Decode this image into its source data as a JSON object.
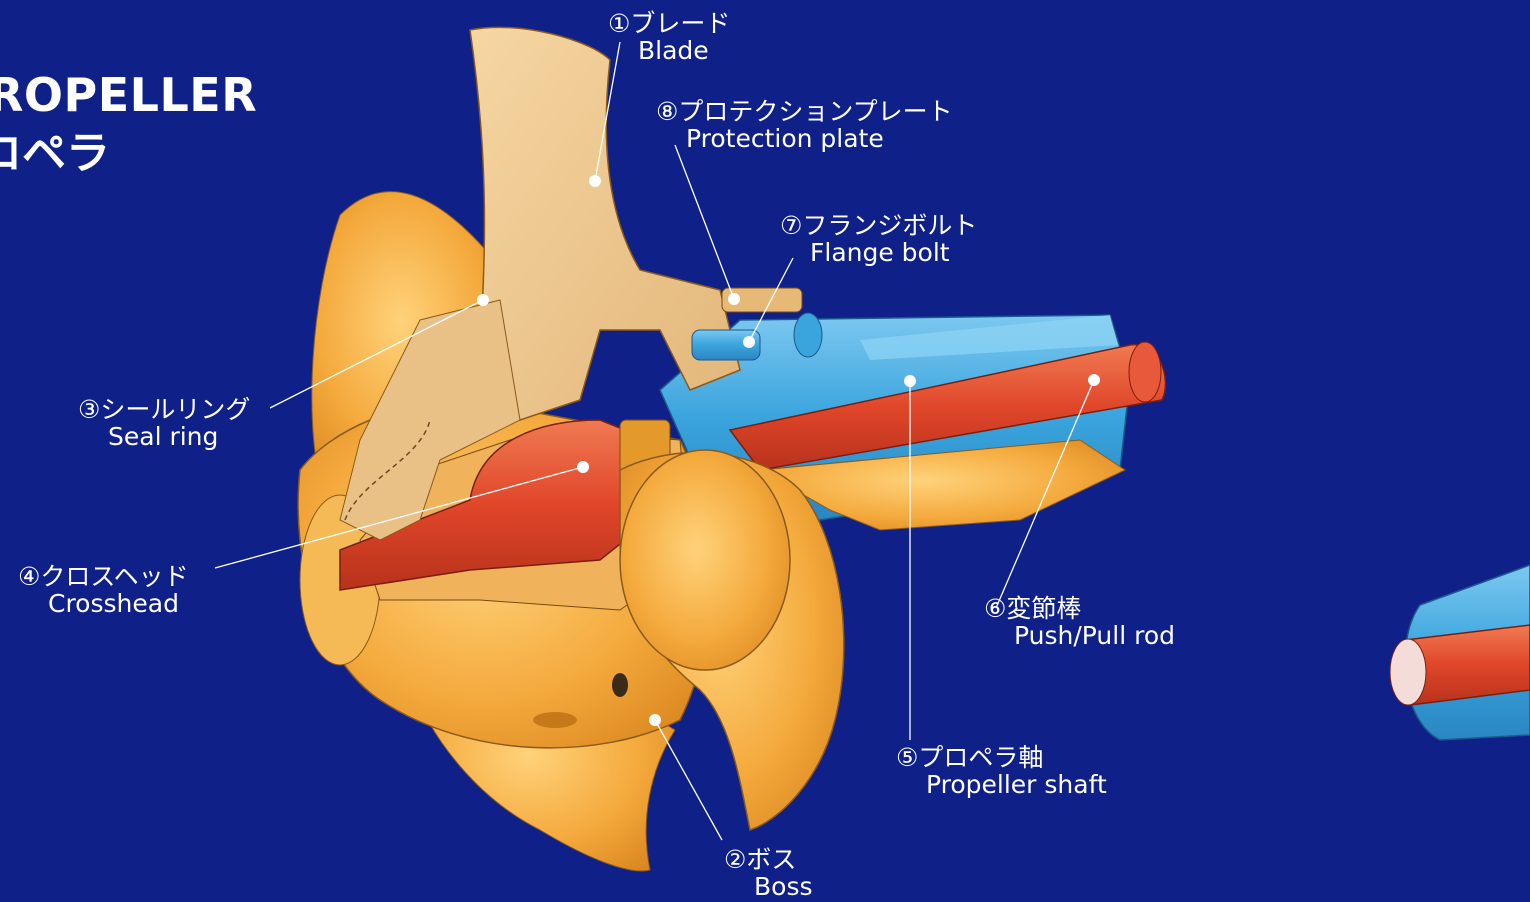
{
  "title": {
    "english": "ROPELLER",
    "japanese": "ロペラ"
  },
  "labels": {
    "blade": {
      "ja": "①ブレード",
      "en": "Blade"
    },
    "protection_plate": {
      "ja": "⑧プロテクションプレート",
      "en": "Protection plate"
    },
    "flange_bolt": {
      "ja": "⑦フランジボルト",
      "en": "Flange bolt"
    },
    "seal_ring": {
      "ja": "③シールリング",
      "en": "Seal ring"
    },
    "crosshead": {
      "ja": "④クロスヘッド",
      "en": "Crosshead"
    },
    "push_pull_rod": {
      "ja": "⑥変節棒",
      "en": "Push/Pull rod"
    },
    "propeller_shaft": {
      "ja": "⑤プロペラ軸",
      "en": "Propeller shaft"
    },
    "boss": {
      "ja": "②ボス",
      "en": "Boss"
    }
  },
  "colors": {
    "background": "#0f2189",
    "boss_orange": "#f4a93c",
    "blade_tan": "#ecc790",
    "shaft_blue": "#3aa4dd",
    "rod_red": "#e0462a",
    "leader_white": "#ffffff"
  }
}
